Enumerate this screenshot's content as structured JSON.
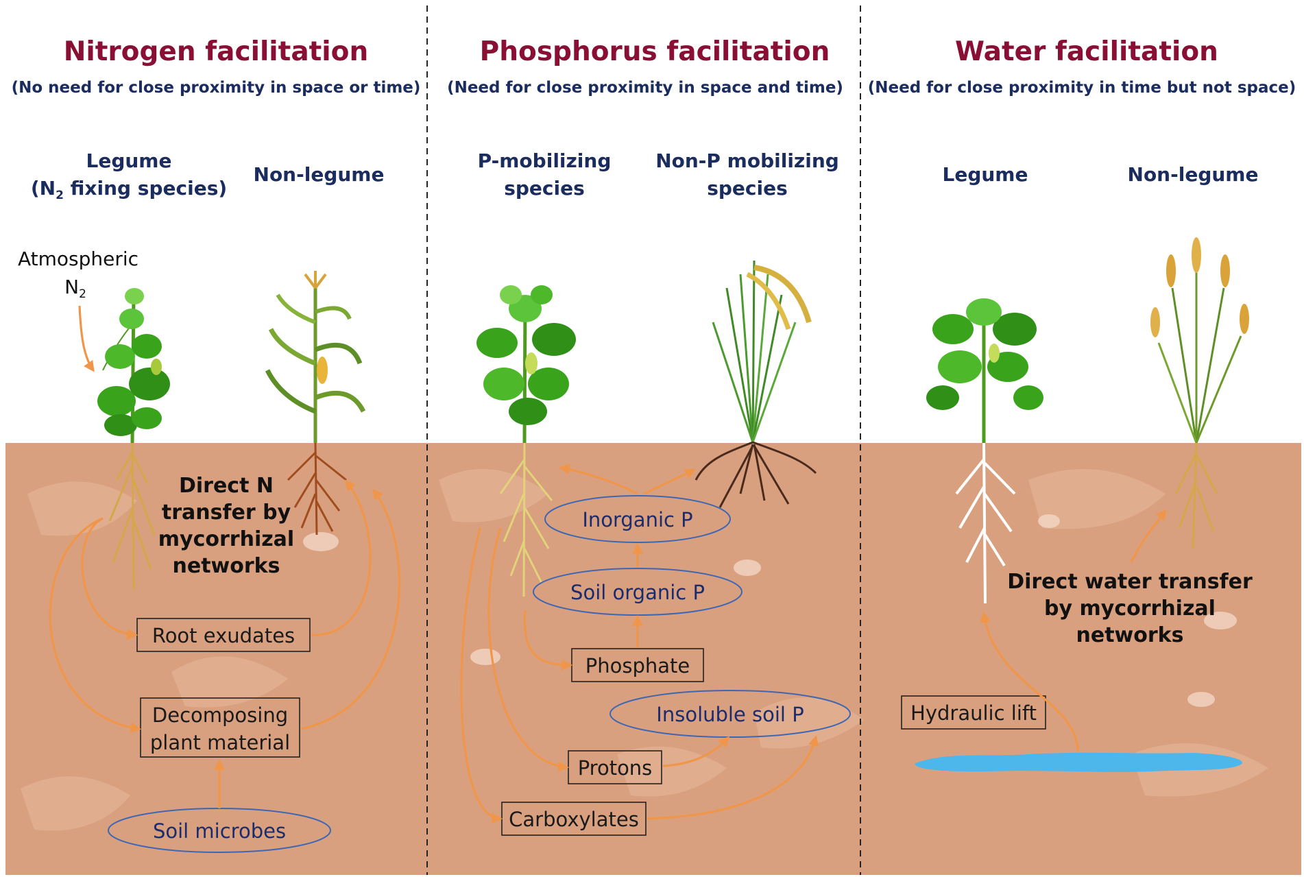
{
  "colors": {
    "title": "#8a0f35",
    "subtitle": "#1b2c5e",
    "soil": "#d9a07f",
    "arrow": "#f0964a",
    "ellipse_border": "#3d66b3",
    "water": "#4db7ec"
  },
  "panels": [
    {
      "title": "Nitrogen facilitation",
      "subtitle": "(No need for close proximity in space or time)",
      "species_left": {
        "line1": "Legume",
        "line2_pre": "(N",
        "line2_sub": "2",
        "line2_post": " fixing species)"
      },
      "species_right": "Non-legume",
      "atmospheric": {
        "line1": "Atmospheric",
        "line2": "N",
        "line2_sub": "2"
      },
      "transfer_label": [
        "Direct N",
        "transfer by",
        "mycorrhizal",
        "networks"
      ],
      "boxes": {
        "root_exudates": "Root exudates",
        "decomposing": [
          "Decomposing",
          "plant material"
        ]
      },
      "ellipses": {
        "soil_microbes": "Soil microbes"
      }
    },
    {
      "title": "Phosphorus facilitation",
      "subtitle": "(Need for close proximity in space and time)",
      "species_left": [
        "P-mobilizing",
        "species"
      ],
      "species_right": [
        "Non-P mobilizing",
        "species"
      ],
      "ellipses": {
        "inorganic_p": "Inorganic P",
        "soil_organic_p": "Soil organic P",
        "insoluble_soil_p": "Insoluble soil P"
      },
      "boxes": {
        "phosphate": "Phosphate",
        "protons": "Protons",
        "carboxylates": "Carboxylates"
      }
    },
    {
      "title": "Water facilitation",
      "subtitle": "(Need for close proximity in time but not space)",
      "species_left": "Legume",
      "species_right": "Non-legume",
      "transfer_label": [
        "Direct water transfer",
        "by mycorrhizal",
        "networks"
      ],
      "boxes": {
        "hydraulic_lift": "Hydraulic lift"
      }
    }
  ]
}
